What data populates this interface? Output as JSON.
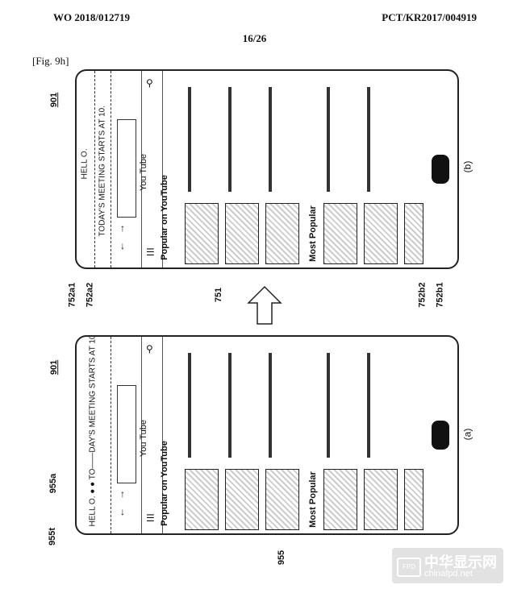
{
  "header": {
    "pub_number": "WO 2018/012719",
    "app_number": "PCT/KR2017/004919",
    "page": "16/26",
    "figure": "[Fig. 9h]"
  },
  "phone_a": {
    "caption": "(a)",
    "strip_text": "HELL O. ● ● TO——DAY'S MEETING STARTS AT 10.",
    "youtube_label": "You Tube",
    "popular_title": "Popular on YouTube",
    "most_popular_title": "Most Popular"
  },
  "phone_b": {
    "caption": "(b)",
    "strip_text_1": "HELL O.",
    "strip_text_2": "TODAY'S MEETING STARTS AT 10.",
    "youtube_label": "You Tube",
    "popular_title": "Popular on YouTube",
    "most_popular_title": "Most Popular"
  },
  "labels": {
    "l901_b": "901",
    "l901_a": "901",
    "l752a1": "752a1",
    "l752a2": "752a2",
    "l751": "751",
    "l752b2": "752b2",
    "l752b1": "752b1",
    "l955a": "955a",
    "l955t": "955t",
    "l955": "955"
  },
  "watermark": {
    "cn": "中华显示网",
    "en": "chinafpd.net",
    "logo": "FPD"
  }
}
